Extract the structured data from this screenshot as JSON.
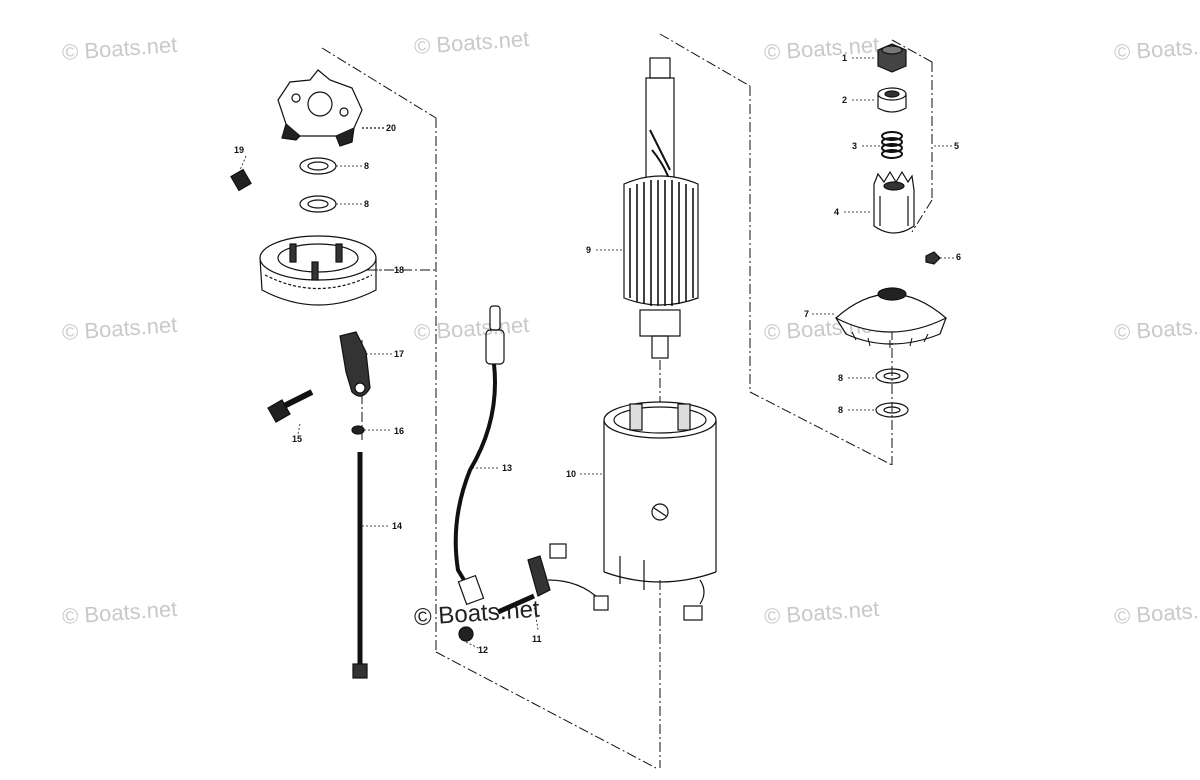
{
  "watermark": "© Boats.net",
  "part_labels": {
    "p1": "1",
    "p2": "2",
    "p3": "3",
    "p4": "4",
    "p5": "5",
    "p6": "6",
    "p7": "7",
    "p8a": "8",
    "p8b": "8",
    "p8c": "8",
    "p8d": "8",
    "p9": "9",
    "p10": "10",
    "p11": "11",
    "p12": "12",
    "p13": "13",
    "p14": "14",
    "p15": "15",
    "p16": "16",
    "p17": "17",
    "p18": "18",
    "p19": "19",
    "p20": "20"
  },
  "colors": {
    "ink": "#111111",
    "watermark": "#c9c9c9",
    "background": "#ffffff"
  }
}
